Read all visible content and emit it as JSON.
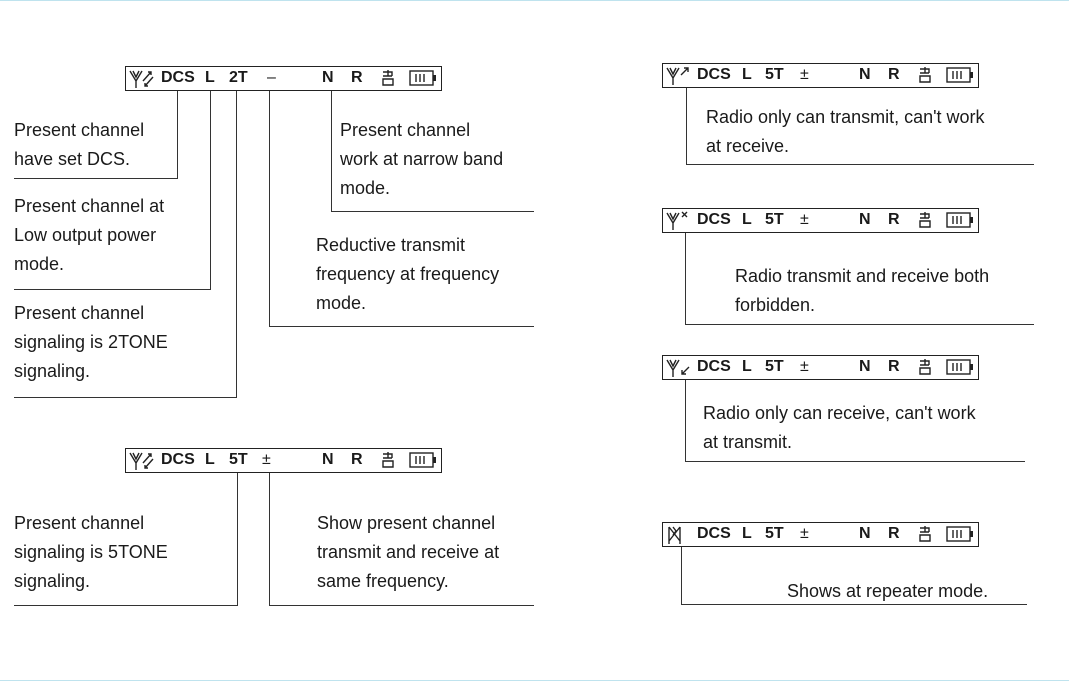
{
  "displays": {
    "d1": {
      "dcs": "DCS",
      "power": "L",
      "sig": "2T",
      "offset": "–",
      "band": "N",
      "rev": "R"
    },
    "d2": {
      "dcs": "DCS",
      "power": "L",
      "sig": "5T",
      "offset": "±",
      "band": "N",
      "rev": "R"
    },
    "r1": {
      "dcs": "DCS",
      "power": "L",
      "sig": "5T",
      "offset": "±",
      "band": "N",
      "rev": "R"
    },
    "r2": {
      "dcs": "DCS",
      "power": "L",
      "sig": "5T",
      "offset": "±",
      "band": "N",
      "rev": "R"
    },
    "r3": {
      "dcs": "DCS",
      "power": "L",
      "sig": "5T",
      "offset": "±",
      "band": "N",
      "rev": "R"
    },
    "r4": {
      "dcs": "DCS",
      "power": "L",
      "sig": "5T",
      "offset": "±",
      "band": "N",
      "rev": "R"
    }
  },
  "captions": {
    "dcs": [
      "Present channel",
      "have set DCS."
    ],
    "low_power": [
      "Present channel at",
      "Low output power",
      "mode."
    ],
    "two_tone": [
      "Present channel",
      "signaling is 2TONE",
      "signaling."
    ],
    "narrow": [
      "Present channel",
      "work at narrow band",
      "mode."
    ],
    "reductive": [
      "Reductive transmit",
      "frequency at frequency",
      "mode."
    ],
    "five_tone": [
      "Present channel",
      "signaling is 5TONE",
      "signaling."
    ],
    "same_freq": [
      "Show present channel",
      "transmit and receive at",
      "same frequency."
    ],
    "tx_only": [
      "Radio only can transmit, can't work",
      "at receive."
    ],
    "forbidden": [
      "Radio transmit and receive both",
      "forbidden."
    ],
    "rx_only": [
      "Radio only can receive, can't work",
      "at transmit."
    ],
    "repeater": [
      "Shows at repeater mode."
    ]
  },
  "icons": {
    "antenna": "antenna-icon",
    "battery": "battery-icon",
    "lock": "keypad-lock-icon",
    "repeater": "repeater-icon"
  }
}
